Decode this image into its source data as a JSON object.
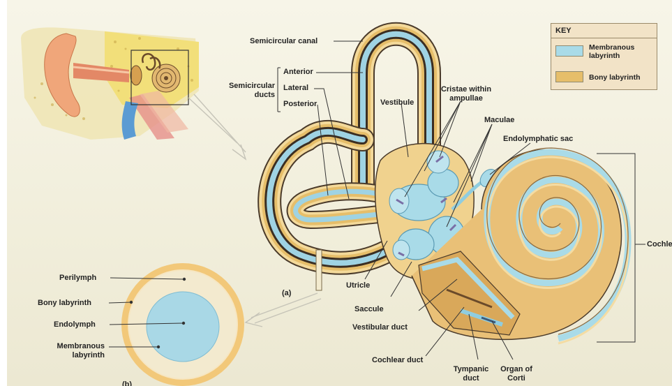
{
  "key": {
    "title": "KEY",
    "items": [
      {
        "label": "Membranous labyrinth",
        "color": "#a9dbe8"
      },
      {
        "label": "Bony labyrinth",
        "color": "#e6be6a"
      }
    ]
  },
  "labels": {
    "semicircular_canal": "Semicircular canal",
    "semicircular_ducts": "Semicircular ducts",
    "anterior": "Anterior",
    "lateral": "Lateral",
    "posterior": "Posterior",
    "vestibule": "Vestibule",
    "cristae": "Cristae within ampullae",
    "maculae": "Maculae",
    "endolymphatic_sac": "Endolymphatic sac",
    "cochlea": "Cochle",
    "part_a": "(a)",
    "utricle": "Utricle",
    "saccule": "Saccule",
    "vestibular_duct": "Vestibular duct",
    "cochlear_duct": "Cochlear duct",
    "tympanic_duct": "Tympanic duct",
    "organ_of_corti": "Organ of Corti",
    "perilymph": "Perilymph",
    "bony_labyrinth": "Bony labyrinth",
    "endolymph": "Endolymph",
    "membranous_labyrinth": "Membranous labyrinth",
    "part_b": "(b)"
  },
  "colors": {
    "bony": "#e6be6a",
    "bony_light": "#f3d99a",
    "membranous": "#a9dbe8",
    "membranous_dark": "#6fb4cc",
    "bone_outline": "#4a3a2a"
  }
}
